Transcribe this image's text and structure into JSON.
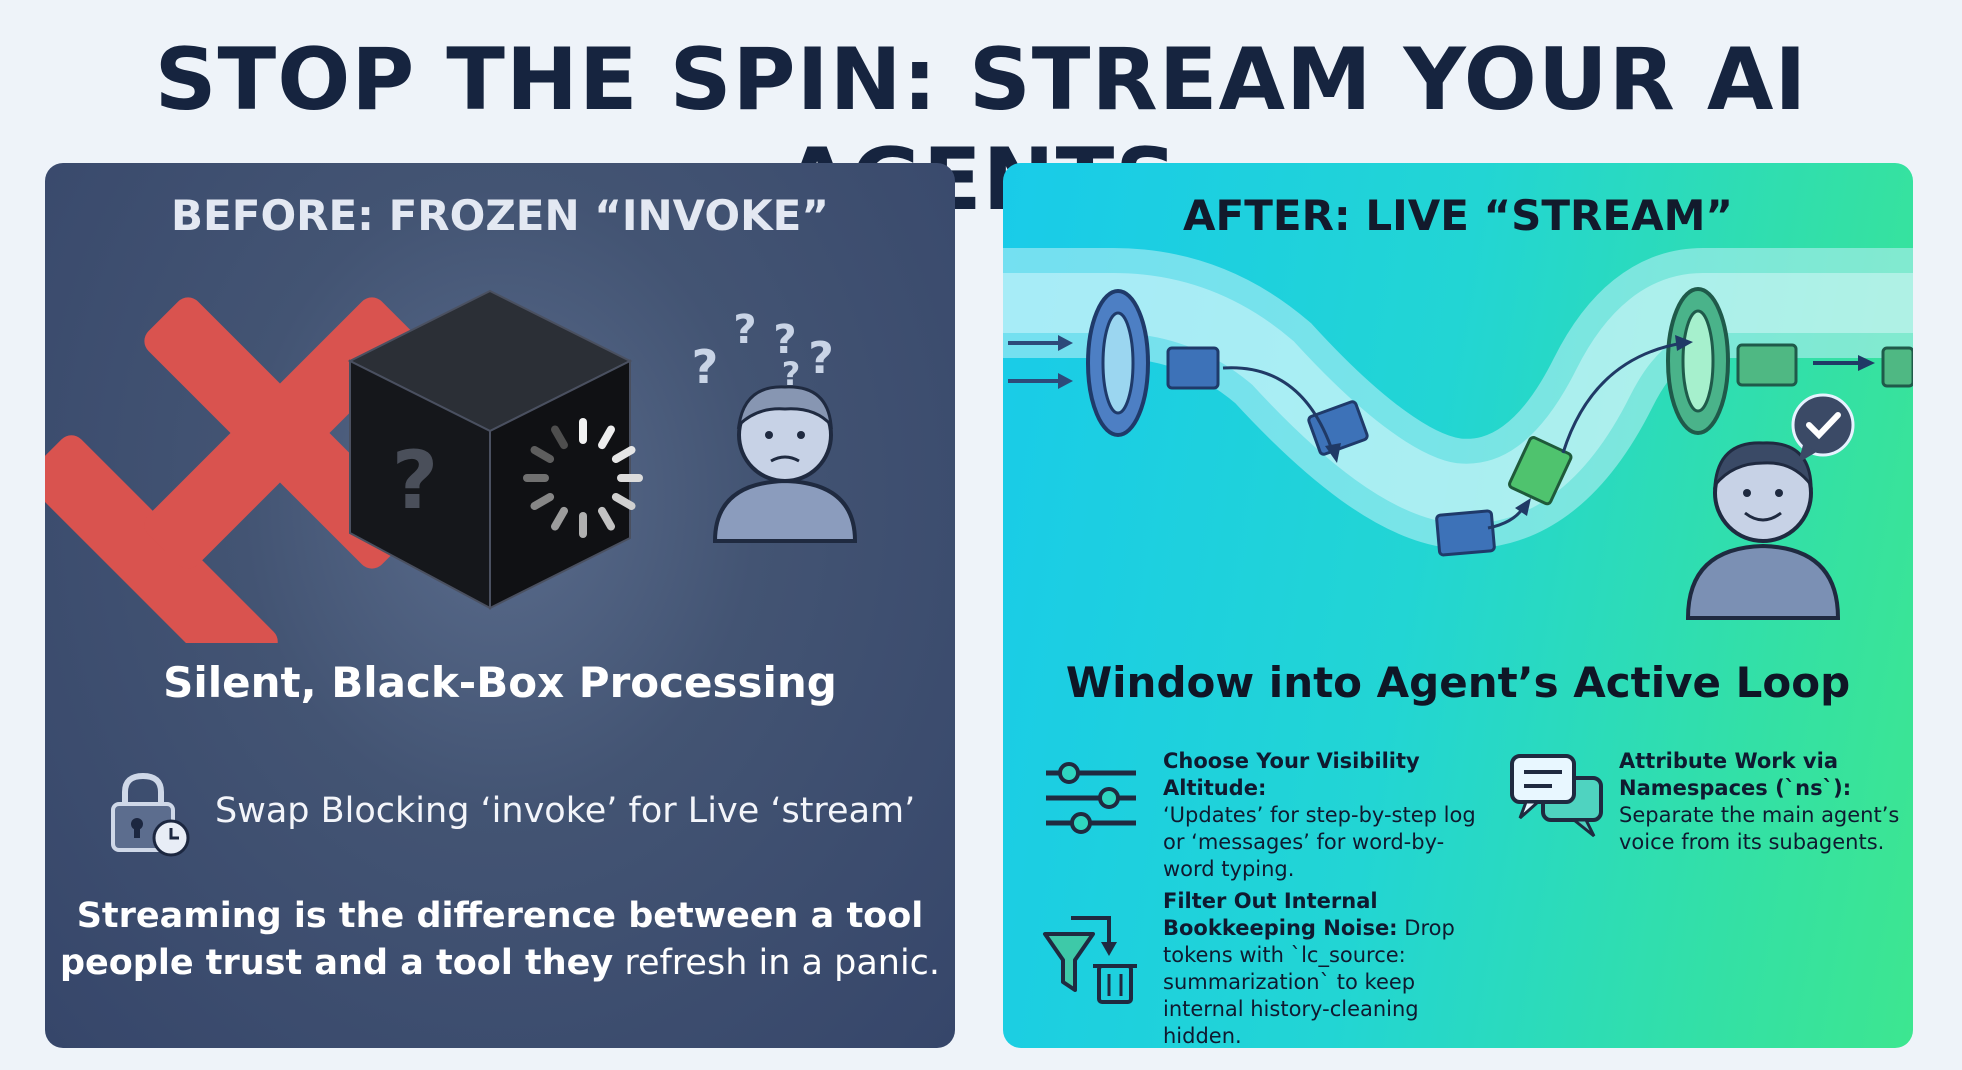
{
  "title": "STOP THE SPIN: STREAM YOUR AI AGENTS",
  "before": {
    "heading": "BEFORE: FROZEN “INVOKE”",
    "subtitle": "Silent, Black-Box Processing",
    "swap_text": "Swap Blocking ‘invoke’ for Live ‘stream’",
    "quote_bold": "Streaming is the difference between a tool people trust and a tool they",
    "quote_normal": " refresh in a panic."
  },
  "after": {
    "heading": "AFTER: LIVE “STREAM”",
    "subtitle": "Window into Agent’s Active Loop",
    "features": [
      {
        "title": "Choose Your Visibility Altitude:",
        "body": "‘Updates’ for step-by-step log or ‘messages’ for word-by-word typing.",
        "icon": "sliders-icon"
      },
      {
        "title": "Attribute Work via Namespaces (`ns`):",
        "body": "Separate the main agent’s voice from its subagents.",
        "icon": "chat-bubbles-icon"
      },
      {
        "title": "Filter Out Internal Bookkeeping Noise:",
        "body": "Drop tokens with `lc_source: summarization` to keep internal history-cleaning hidden.",
        "icon": "filter-trash-icon"
      }
    ]
  },
  "colors": {
    "title": "#16243f",
    "left_panel": "#3f4f6f",
    "right_panel_start": "#19cbe9",
    "right_panel_end": "#3de690",
    "red_x": "#d9534f"
  }
}
